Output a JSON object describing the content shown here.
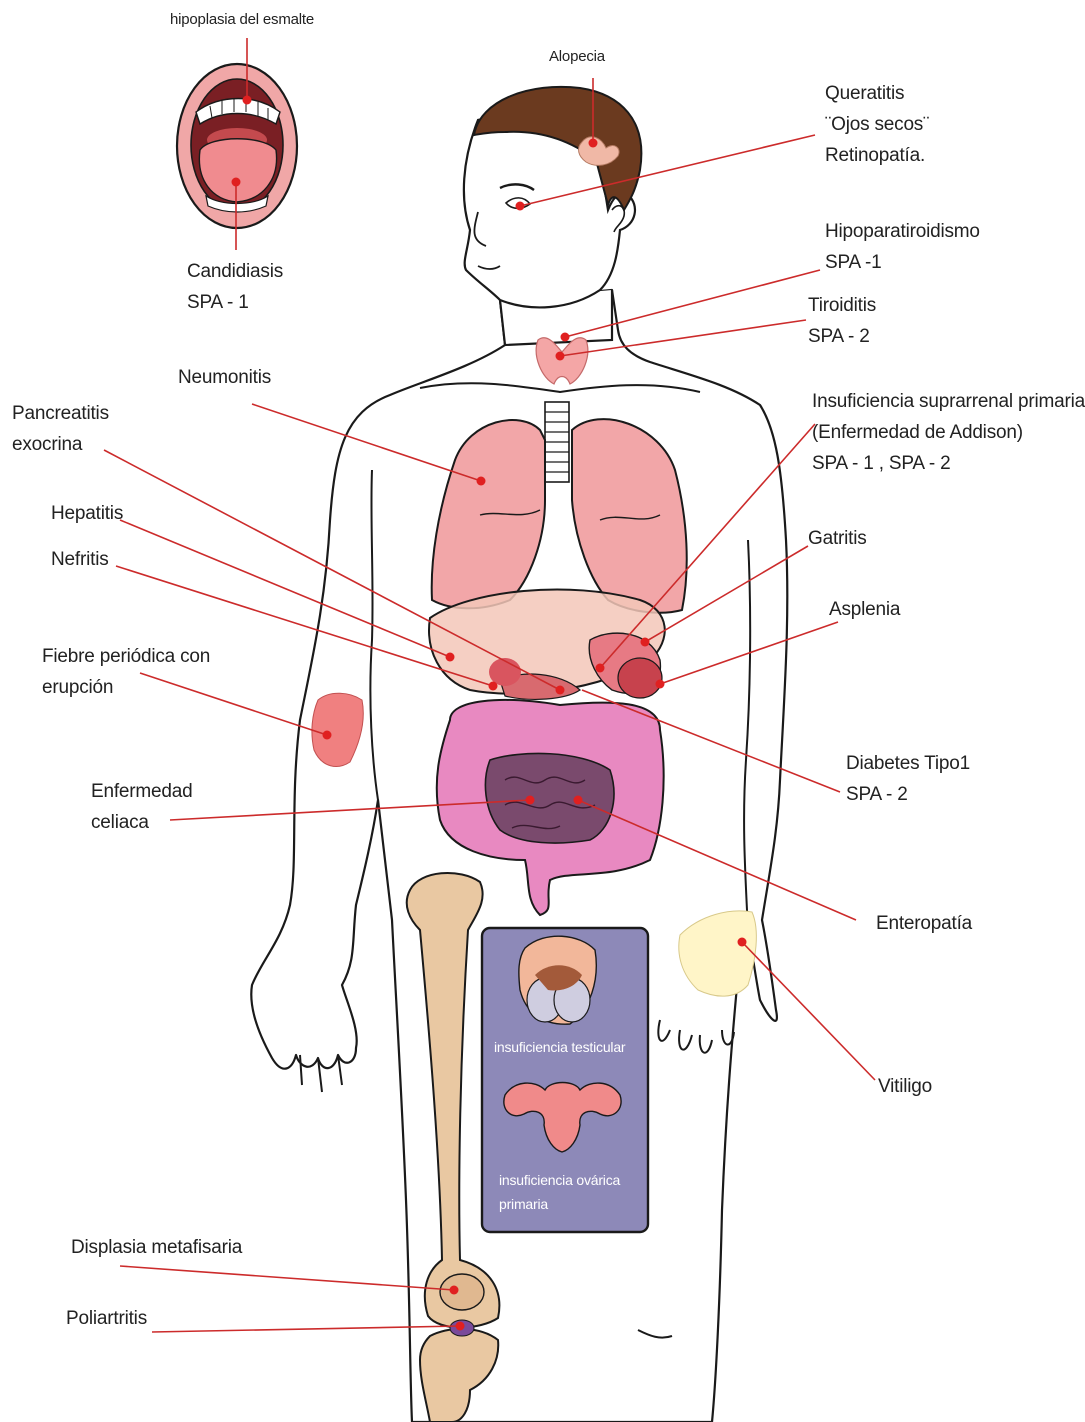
{
  "colors": {
    "leader_line": "#cc2b2b",
    "marker_dot": "#e02020",
    "outline": "#1a1a1a",
    "organ_pink": "#f2a6a8",
    "colon_pink": "#e889c1",
    "hair_brown": "#6b3a1f",
    "bone": "#e9c8a2",
    "panel_purple": "#8d89b8"
  },
  "labels": {
    "enamel": "hipoplasia del esmalte",
    "alopecia": "Alopecia",
    "keratitis": "Queratitis\n¨Ojos secos¨\nRetinopatía.",
    "candidiasis": "Candidiasis\nSPA - 1",
    "hypoparathyroidism": "Hipoparatiroidismo\nSPA -1",
    "thyroiditis": "Tiroiditis\nSPA - 2",
    "pneumonitis": "Neumonitis",
    "pancreatitis": "Pancreatitis\nexocrina",
    "addison": "Insuficiencia suprarrenal primaria\n(Enfermedad de Addison)\nSPA - 1 , SPA - 2",
    "hepatitis": "Hepatitis",
    "nephritis": "Nefritis",
    "gastritis": "Gatritis",
    "asplenia": "Asplenia",
    "fever": "Fiebre periódica con\nerupción",
    "diabetes": "Diabetes Tipo1\nSPA - 2",
    "celiac": "Enfermedad\nceliaca",
    "enteropathy": "Enteropatía",
    "testicular": "insuficiencia testicular",
    "ovarian": "insuficiencia ovárica\nprimaria",
    "vitiligo": "Vitiligo",
    "metaphyseal": "Displasia metafisaria",
    "polyarthritis": "Poliartritis"
  }
}
